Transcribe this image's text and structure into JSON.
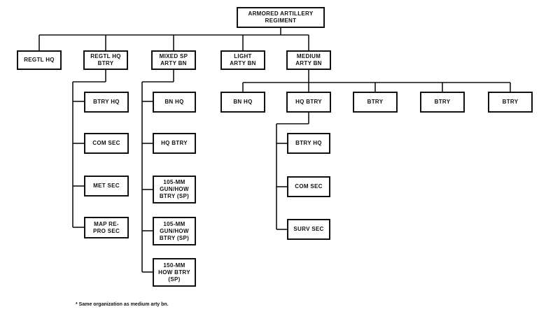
{
  "title_box": "ARMORED ARTILLERY\nREGIMENT",
  "level1": {
    "regtl_hq": "REGTL HQ",
    "regtl_hq_btry": "REGTL HQ\nBTRY",
    "mixed_sp_arty_bn": "MIXED SP\nARTY BN",
    "light_arty_bn": "LIGHT\nARTY BN",
    "medium_arty_bn": "MEDIUM\nARTY BN"
  },
  "regtl_hq_btry_units": {
    "btry_hq": "BTRY HQ",
    "com_sec": "COM SEC",
    "met_sec": "MET SEC",
    "map_repro_sec": "MAP RE-\nPRO SEC"
  },
  "mixed_sp_units": {
    "bn_hq": "BN HQ",
    "hq_btry": "HQ BTRY",
    "gun_how_btry_1": "105-MM\nGUN/HOW\nBTRY (SP)",
    "gun_how_btry_2": "105-MM\nGUN/HOW\nBTRY (SP)",
    "how_btry_150": "150-MM\nHOW BTRY\n(SP)"
  },
  "medium_units": {
    "bn_hq": "BN HQ",
    "hq_btry": "HQ BTRY",
    "btry_1": "BTRY",
    "btry_2": "BTRY",
    "btry_3": "BTRY"
  },
  "hq_btry_units": {
    "btry_hq": "BTRY HQ",
    "com_sec": "COM SEC",
    "surv_sec": "SURV SEC"
  },
  "footnote": "* Same organization as medium arty bn."
}
